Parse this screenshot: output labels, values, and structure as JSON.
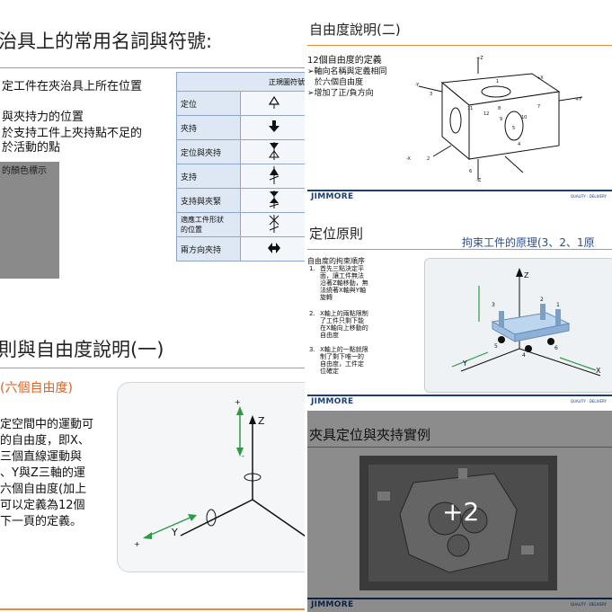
{
  "slides": {
    "s1": {
      "title": "治具上的常用名詞與符號:",
      "line1": "定工件在夾治具上所在位置",
      "line2": "與夾持力的位置",
      "line3": "於支持工件上夾持點不足的",
      "line4": "於活動的點",
      "line5": "的顏色標示",
      "table_header": "正規圖符號",
      "rows": [
        {
          "name": "定位"
        },
        {
          "name": "夾持"
        },
        {
          "name": "定位與夾持"
        },
        {
          "name": "支持"
        },
        {
          "name": "支持與夾緊"
        },
        {
          "name_line1": "適應工件形狀",
          "name_line2": "的位置"
        },
        {
          "name": "兩方向夾持"
        }
      ]
    },
    "s2": {
      "title": "自由度說明(二)",
      "line1": "12個自由度的定義",
      "bullet1a": "➢軸向名稱與定義相同",
      "bullet1b": "於六個自由度",
      "bullet2": "➢增加了正/負方向",
      "logo": "JIMMORE",
      "tag": "QUALITY · DELIVERY",
      "axis_labels": [
        "+Z",
        "+X",
        "-Y",
        "+Y",
        "-X",
        "-Z"
      ],
      "numbers": [
        "1",
        "2",
        "3",
        "4",
        "5",
        "6",
        "7",
        "8",
        "9",
        "10",
        "11",
        "12"
      ]
    },
    "s3": {
      "title": "定位原則",
      "subtitle": "拘束工件的原理(3、2、1原",
      "intro": "自由度的拘束順序",
      "items": [
        {
          "num": "1.",
          "l1": "首先三點決定平",
          "l2": "面，讓工件無法",
          "l3": "沿著Z軸移動，無",
          "l4": "法繞著X軸與Y軸",
          "l5": "旋轉"
        },
        {
          "num": "2.",
          "l1": "X軸上的兩點限制",
          "l2": "了工件只剩下能",
          "l3": "在X軸向上移動的",
          "l4": "自由度"
        },
        {
          "num": "3.",
          "l1": "X軸上的一點就限",
          "l2": "制了剩下唯一的",
          "l3": "自由度，工件定",
          "l4": "位確定"
        }
      ],
      "axis_labels": [
        "Z",
        "Y",
        "X"
      ],
      "pin_labels": [
        "3",
        "2",
        "1",
        "5",
        "4",
        "6"
      ],
      "logo": "JIMMORE",
      "tag": "QUALITY · DELIVERY"
    },
    "s4": {
      "title": "則與自由度說明(一)",
      "subtitle": "(六個自由度)",
      "lines": [
        "定空間中的運動可",
        "的自由度，即X、",
        "三個直線運動與",
        "、Y與Z三軸的運",
        "六個自由度(加上",
        "可以定義為12個",
        "下一頁的定義。"
      ],
      "axis_labels": [
        "Z",
        "Y"
      ]
    },
    "s5": {
      "title": "夾具定位與夾持實例",
      "more": "+2",
      "logo": "JIMMORE",
      "tag": "QUALITY · DELIVERY"
    }
  },
  "colors": {
    "accent_orange": "#e88a3a",
    "brand_blue": "#1b3e7a",
    "table_blue": "#dde8f4",
    "arrow_green": "#2e9a44",
    "subtitle_orange": "#d9642a",
    "subtitle_blue": "#2c4d8c"
  }
}
